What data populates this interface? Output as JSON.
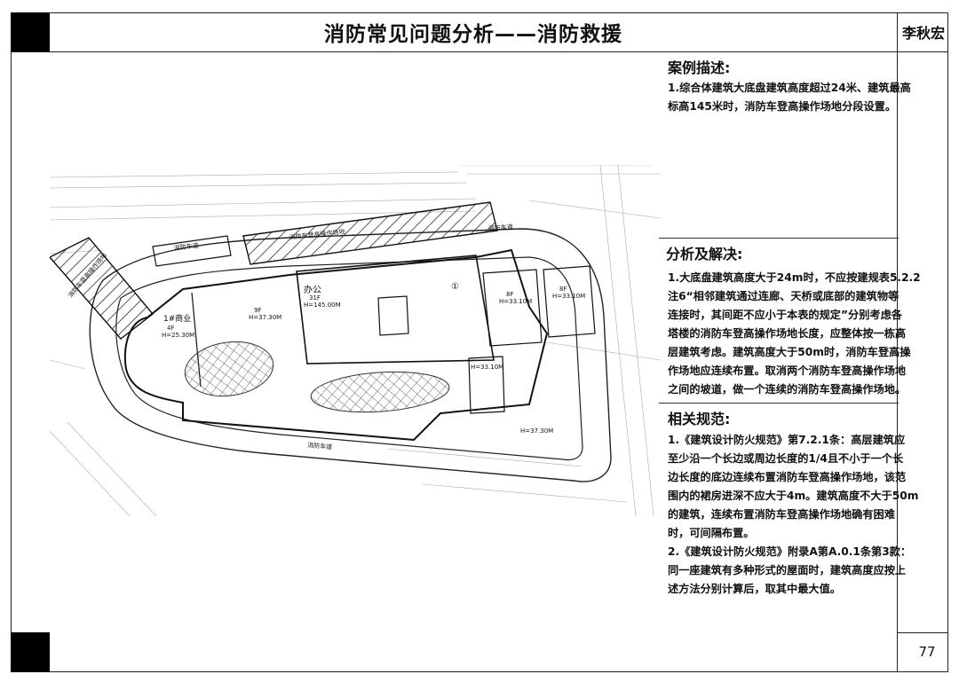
{
  "header": {
    "title": "消防常见问题分析——消防救援",
    "author": "李秋宏"
  },
  "page_number": "77",
  "case": {
    "heading": "案例描述:",
    "lines": [
      "1.综合体建筑大底盘建筑高度超过24米、建筑最高",
      "标高145米时，消防车登高操作场地分段设置。"
    ]
  },
  "analysis": {
    "heading": "分析及解决:",
    "lines": [
      "1.大底盘建筑高度大于24m时，不应按建规表5.2.2",
      "注6“相邻建筑通过连廊、天桥或底部的建筑物等",
      "连接时，其间距不应小于本表的规定”分别考虑各",
      "塔楼的消防车登高操作场地长度，应整体按一栋高",
      "层建筑考虑。建筑高度大于50m时，消防车登高操",
      "作场地应连续布置。取消两个消防车登高操作场地",
      "之间的坡道，做一个连续的消防车登高操作场地。"
    ]
  },
  "codes": {
    "heading": "相关规范:",
    "lines": [
      "1.《建筑设计防火规范》第7.2.1条：高层建筑应",
      "至少沿一个长边或周边长度的1/4且不小于一个长",
      "边长度的底边连续布置消防车登高操作场地，该范",
      "围内的裙房进深不应大于4m。建筑高度不大于50m",
      "的建筑，连续布置消防车登高操作场地确有困难",
      "时，可间隔布置。",
      "2.《建筑设计防火规范》附录A第A.0.1条第3款：",
      "同一座建筑有多种形式的屋面时，建筑高度应按上",
      "述方法分别计算后，取其中最大值。"
    ]
  },
  "plan": {
    "labels": {
      "fire_lane_top": "消防车道",
      "fire_lane_left": "消防车道",
      "fire_lane_bottom": "消防车道",
      "platform_top": "消防车登高操作场地",
      "platform_left": "消防车登高操作场地",
      "office": "办公",
      "office_sub": "31F",
      "office_h": "H=145.00M",
      "retail": "1#商业",
      "retail_sub": "4F",
      "retail_h": "H=25.30M",
      "b2_sub": "9F",
      "b2_h": "H=37.30M",
      "b3_sub": "8F",
      "b3_h": "H=33.10M",
      "b4_sub": "8F",
      "b4_h": "H=33.10M",
      "b5_h": "H=33.10M",
      "b6_h": "H=37.30M",
      "num": "①"
    }
  }
}
